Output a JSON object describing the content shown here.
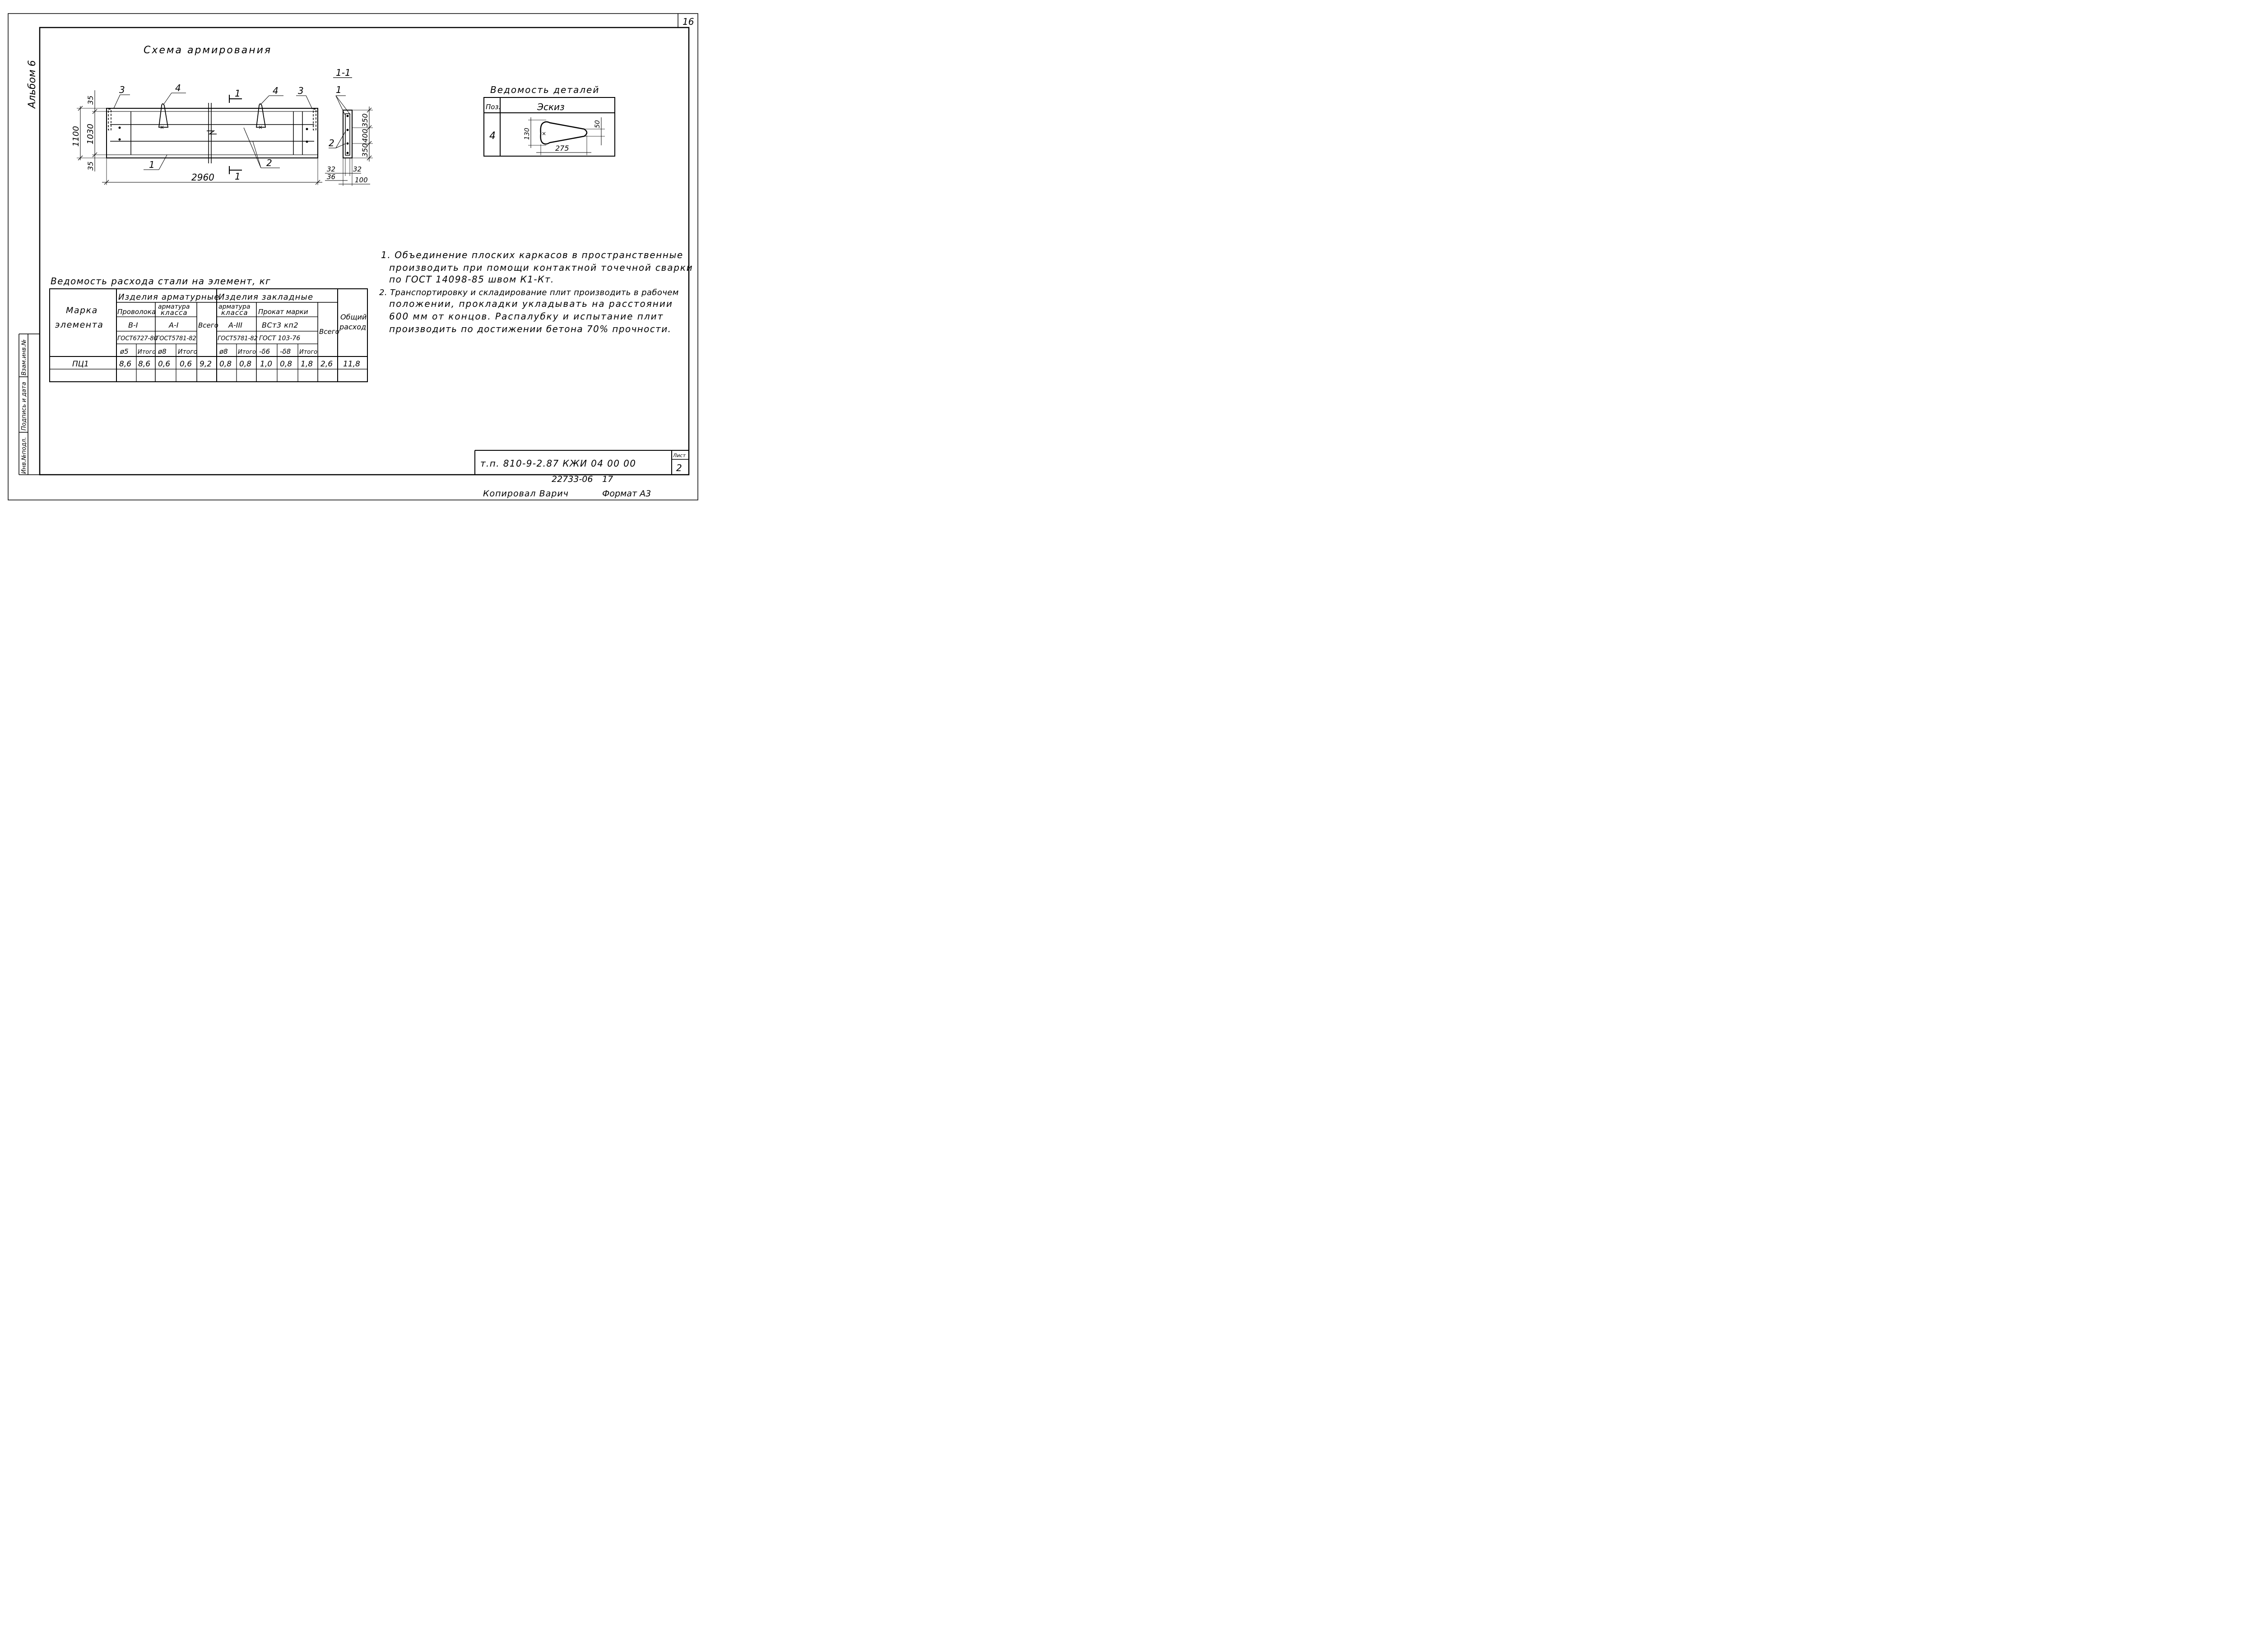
{
  "sheet_number_corner": "16",
  "album_label": "Альбом 6",
  "scheme_title": "Схема армирования",
  "scheme": {
    "pos_labels": [
      "3",
      "4",
      "4",
      "3",
      "1",
      "2"
    ],
    "section_mark": "1",
    "dim_total_height": "1100",
    "dim_inner_height": "1030",
    "dim_top": "35",
    "dim_bottom": "35",
    "dim_length": "2960"
  },
  "section": {
    "title": "1-1",
    "pos_labels": [
      "1",
      "2"
    ],
    "dim_right": [
      "350",
      "400",
      "350"
    ],
    "dim_bottom": [
      "32",
      "32",
      "36",
      "100"
    ]
  },
  "details": {
    "title": "Ведомость деталей",
    "col_pos": "Поз.",
    "col_sketch": "Эскиз",
    "row_pos": "4",
    "dim_height": "130",
    "dim_small": "50",
    "dim_length": "275"
  },
  "notes": [
    "1. Объединение плоских каркасов в пространственные",
    "производить при помощи контактной точечной сварки",
    "по ГОСТ 14098-85 швом К1-Кт.",
    "2. Транспортировку и складирование плит производить в рабочем",
    "положении, прокладки укладывать на расстоянии",
    "600 мм от концов. Распалубку и испытание плит",
    "производить по достижении бетона 70% прочности."
  ],
  "steel_table": {
    "title": "Ведомость расхода стали на элемент, кг",
    "h_mark": [
      "Марка",
      "элемента"
    ],
    "h_arm": "Изделия арматурные",
    "h_emb": "Изделия закладные",
    "h_wire": "Проволока",
    "h_armcls": [
      "арматура",
      "класса"
    ],
    "h_armcls2": [
      "арматура",
      "класса"
    ],
    "h_rolled": "Прокат марки",
    "h_total_arm": "Всего",
    "h_total_emb": "Всего",
    "h_general": [
      "Общий",
      "расход"
    ],
    "g_bi": "В-I",
    "g_ai": "А-I",
    "g_aiii": "А-III",
    "g_vst": "ВСт3 кп2",
    "s_gost1": "ГОСТ6727-80",
    "s_gost2": "ГОСТ5781-82",
    "s_gost3": "ГОСТ5781-82",
    "s_gost4": "ГОСТ 103-76",
    "d_cols": [
      "ø5",
      "Итого",
      "ø8",
      "Итого",
      "ø8",
      "Итого",
      "-δ6",
      "-δ8",
      "Итого"
    ],
    "row": {
      "mark": "ПЦ1",
      "values": [
        "8,6",
        "8,6",
        "0,6",
        "0,6",
        "9,2",
        "0,8",
        "0,8",
        "1,0",
        "0,8",
        "1,8",
        "2,6",
        "11,8"
      ]
    }
  },
  "side_stamp": [
    "Инв.№подл.",
    "Подпись и дата",
    "Взам.инв.№"
  ],
  "title_block": {
    "code": "т.п. 810-9-2.87 КЖИ 04 00 00",
    "sheet_label": "Лист",
    "sheet_number": "2"
  },
  "footer": {
    "archive": "22733-06",
    "page": "17",
    "copied": "Копировал Варич",
    "format": "Формат А3"
  }
}
